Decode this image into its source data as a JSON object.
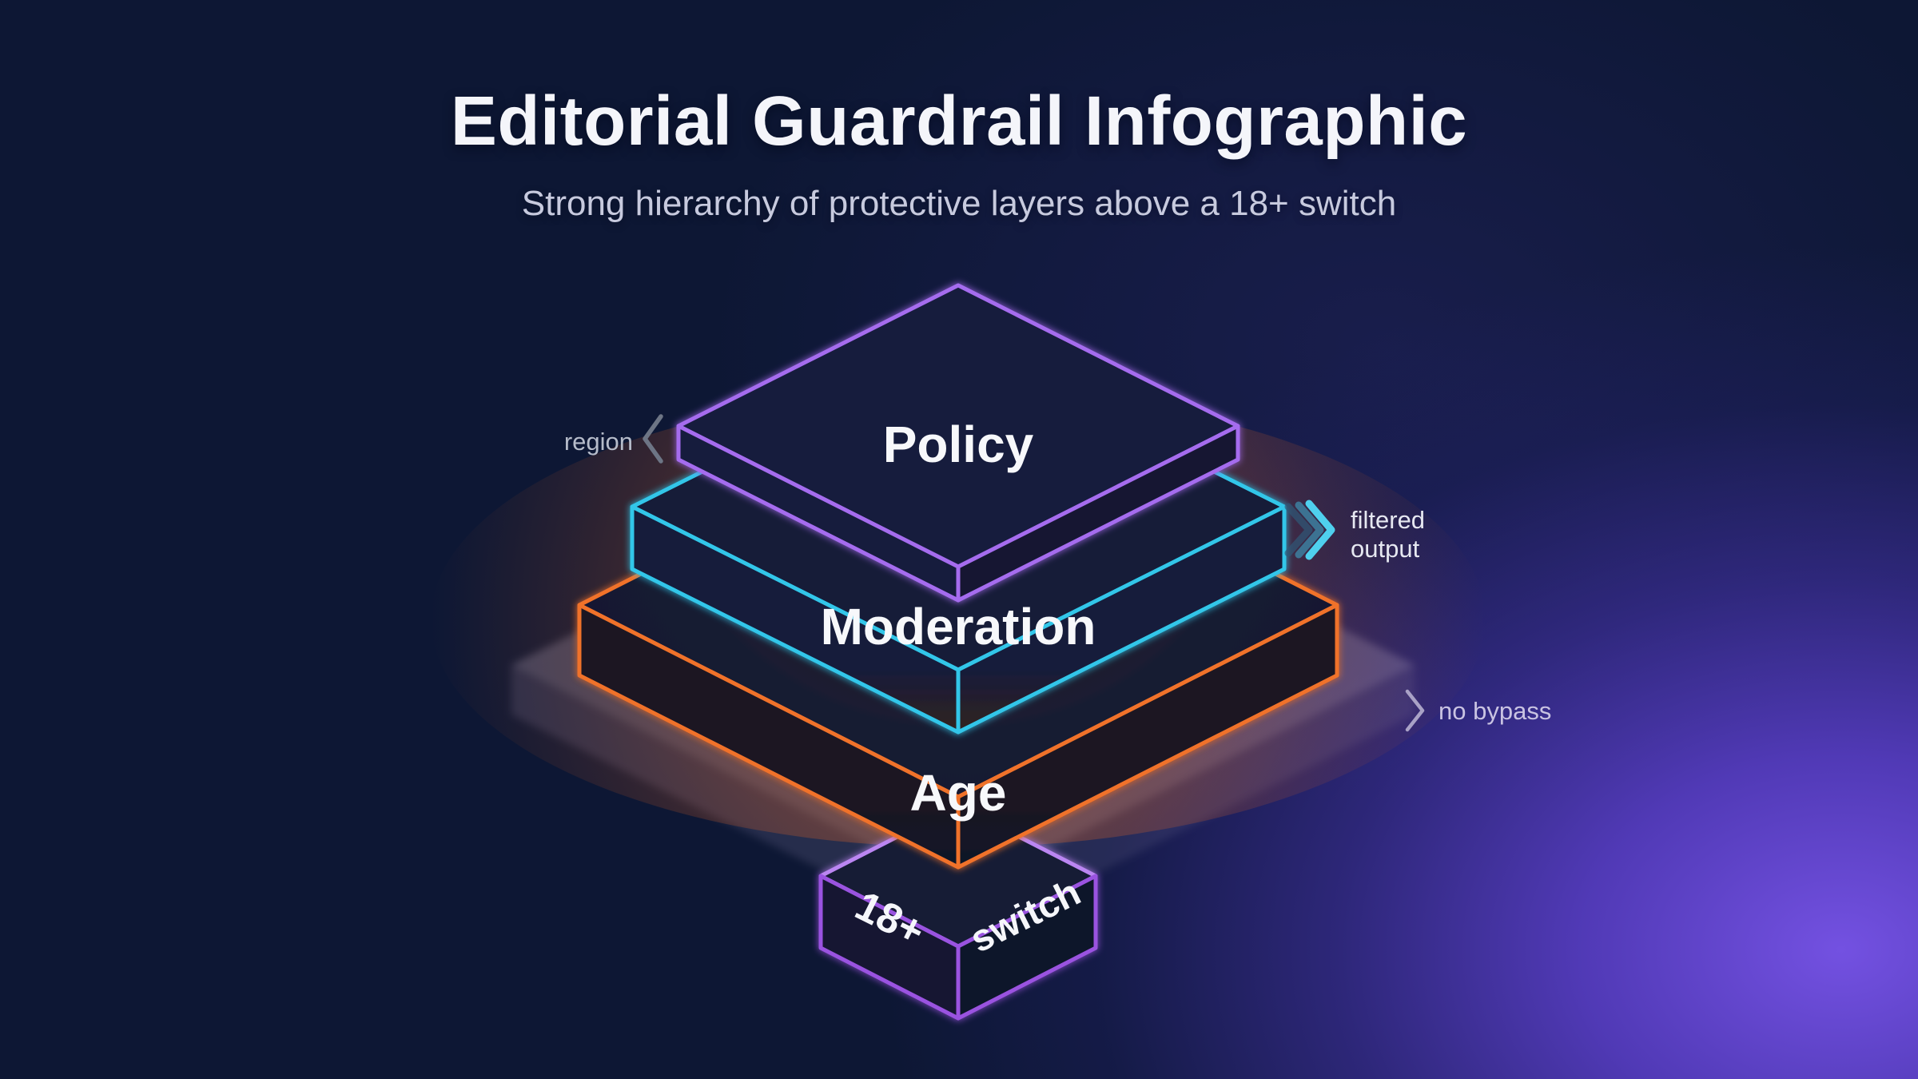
{
  "header": {
    "title": "Editorial Guardrail Infographic",
    "subtitle": "Strong hierarchy of protective layers above a 18+ switch"
  },
  "pyramid": {
    "layers": [
      {
        "id": "policy",
        "label": "Policy",
        "stroke": "#a56cee"
      },
      {
        "id": "moderation",
        "label": "Moderation",
        "stroke": "#31c6e9"
      },
      {
        "id": "age",
        "label": "Age",
        "stroke": "#f0722c"
      }
    ],
    "switch_box": {
      "left_label": "18+",
      "right_label": "switch",
      "stroke": "#a55ce4"
    }
  },
  "annotations": {
    "region": {
      "label": "region",
      "side": "left"
    },
    "filtered_output": {
      "line1": "filtered",
      "line2": "output",
      "side": "right"
    },
    "no_bypass": {
      "label": "no bypass",
      "side": "right"
    }
  },
  "colors": {
    "background_top_left": "#0d1734",
    "background_bottom_right": "#6f4be0",
    "policy_stroke": "#a56cee",
    "moderation_stroke": "#31c6e9",
    "age_stroke": "#f0722c",
    "switch_stroke": "#a55ce4",
    "glow_orange": "#e8742f",
    "chevron_cyan": "#4fd0ee",
    "chevron_gray": "#6d7585",
    "chevron_lavender": "#a9a2c6",
    "title_text": "#f4f5fa",
    "subtitle_text": "#c7cade",
    "annotation_text": "#e6e8f1"
  }
}
